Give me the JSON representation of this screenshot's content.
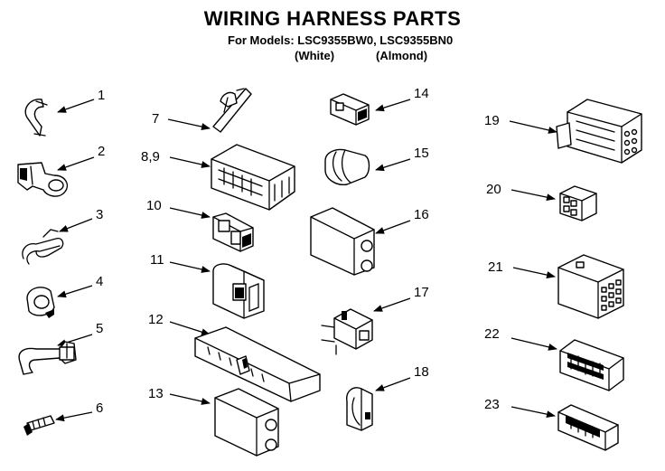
{
  "header": {
    "title": "WIRING HARNESS PARTS",
    "models_line": "For Models: LSC9355BW0, LSC9355BN0",
    "variant_white": "(White)",
    "variant_almond": "(Almond)"
  },
  "callouts": {
    "c1": "1",
    "c2": "2",
    "c3": "3",
    "c4": "4",
    "c5": "5",
    "c6": "6",
    "c7": "7",
    "c89": "8,9",
    "c10": "10",
    "c11": "11",
    "c12": "12",
    "c13": "13",
    "c14": "14",
    "c15": "15",
    "c16": "16",
    "c17": "17",
    "c18": "18",
    "c19": "19",
    "c20": "20",
    "c21": "21",
    "c22": "22",
    "c23": "23"
  }
}
